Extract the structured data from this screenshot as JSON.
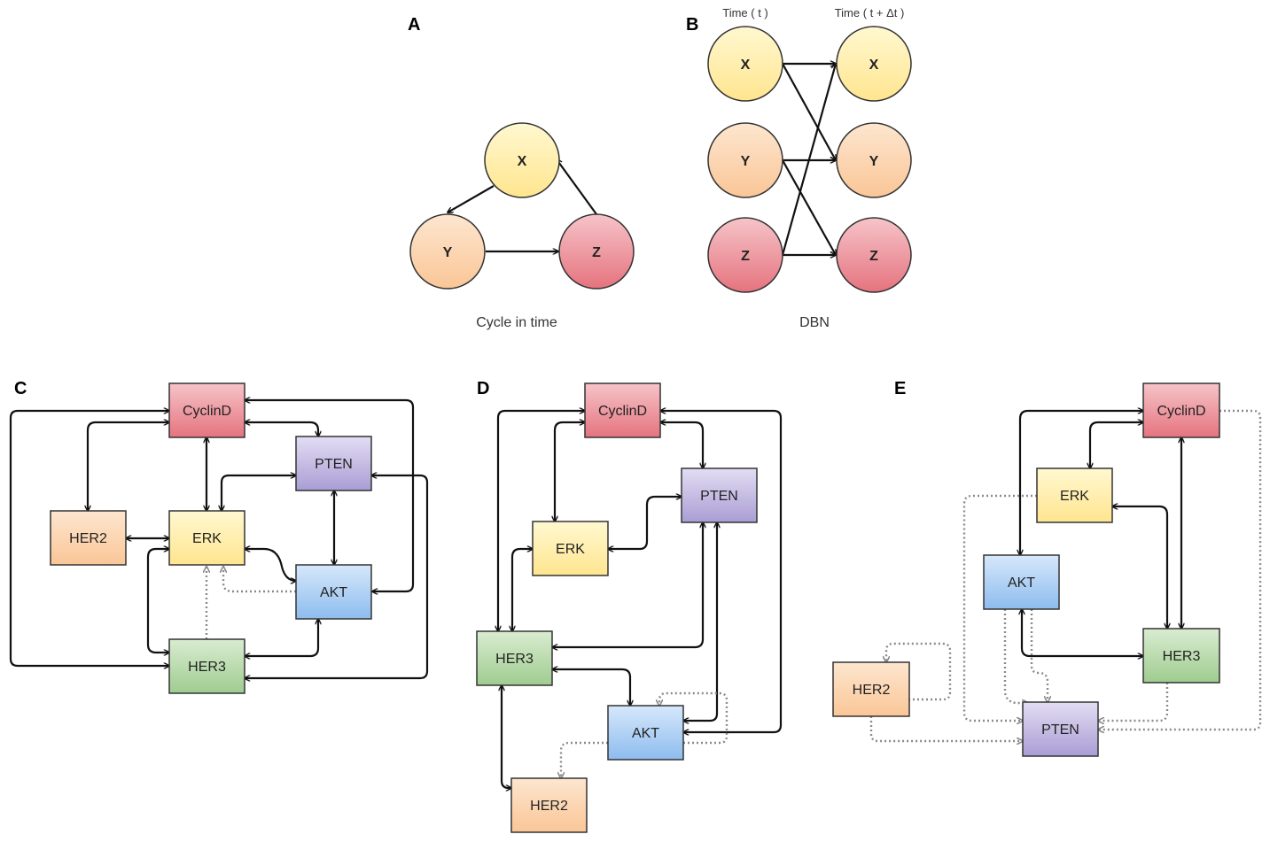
{
  "panels": {
    "A": {
      "letter": "A",
      "caption": "Cycle in time",
      "nodes": {
        "x": "X",
        "y": "Y",
        "z": "Z"
      }
    },
    "B": {
      "letter": "B",
      "caption": "DBN",
      "time_t": "Time ( t )",
      "time_t_dt": "Time ( t + Δt )",
      "left": {
        "x": "X",
        "y": "Y",
        "z": "Z"
      },
      "right": {
        "x": "X",
        "y": "Y",
        "z": "Z"
      }
    },
    "C": {
      "letter": "C",
      "nodes": {
        "cyclind": "CyclinD",
        "pten": "PTEN",
        "her2": "HER2",
        "erk": "ERK",
        "akt": "AKT",
        "her3": "HER3"
      }
    },
    "D": {
      "letter": "D",
      "nodes": {
        "cyclind": "CyclinD",
        "pten": "PTEN",
        "erk": "ERK",
        "her3": "HER3",
        "akt": "AKT",
        "her2": "HER2"
      }
    },
    "E": {
      "letter": "E",
      "nodes": {
        "cyclind": "CyclinD",
        "erk": "ERK",
        "akt": "AKT",
        "her3": "HER3",
        "her2": "HER2",
        "pten": "PTEN"
      }
    }
  },
  "colors": {
    "yellow": "#fff2b3",
    "orange": "#fcd9b6",
    "red": "#ee9aa3",
    "blue": "#a9cdf2",
    "purple": "#c6bde3",
    "green": "#b9dcae"
  }
}
